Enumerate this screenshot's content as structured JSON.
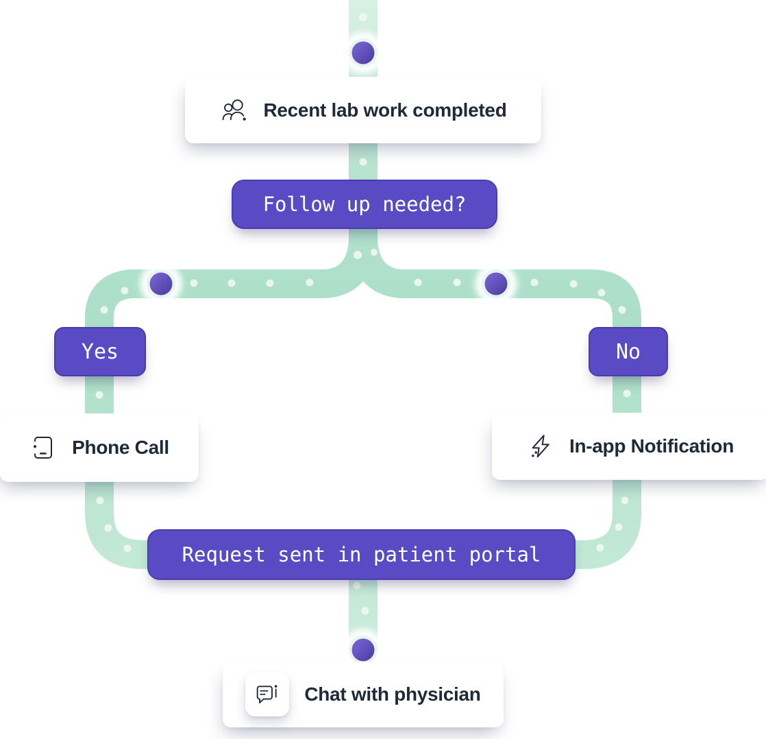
{
  "nodes": {
    "recent_lab": {
      "label": "Recent lab work completed",
      "icon": "people-icon",
      "type": "event-card"
    },
    "follow_up": {
      "label": "Follow up needed?",
      "type": "decision"
    },
    "yes": {
      "label": "Yes",
      "type": "branch"
    },
    "no": {
      "label": "No",
      "type": "branch"
    },
    "phone_call": {
      "label": "Phone Call",
      "icon": "phone-icon",
      "type": "action-card"
    },
    "in_app": {
      "label": "In-app Notification",
      "icon": "flash-icon",
      "type": "action-card"
    },
    "portal": {
      "label": "Request sent in patient portal",
      "type": "status"
    },
    "chat": {
      "label": "Chat with physician",
      "icon": "chat-icon",
      "type": "action-card"
    }
  },
  "connections": [
    {
      "from": "recent_lab",
      "to": "follow_up"
    },
    {
      "from": "follow_up",
      "to": "yes"
    },
    {
      "from": "follow_up",
      "to": "no"
    },
    {
      "from": "yes",
      "to": "phone_call"
    },
    {
      "from": "no",
      "to": "in_app"
    },
    {
      "from": "phone_call",
      "to": "portal"
    },
    {
      "from": "in_app",
      "to": "portal"
    },
    {
      "from": "portal",
      "to": "chat"
    }
  ],
  "colors": {
    "accent_purple": "#5a4bc4",
    "accent_purple_border": "#4a3cae",
    "node_dot_purple": "#5d4cb8",
    "path_mint": "#abdec8",
    "path_mint_light": "#d8f0e4",
    "path_dot": "#edf8f2",
    "text_navy": "#1e2a38",
    "card_bg": "#ffffff"
  }
}
